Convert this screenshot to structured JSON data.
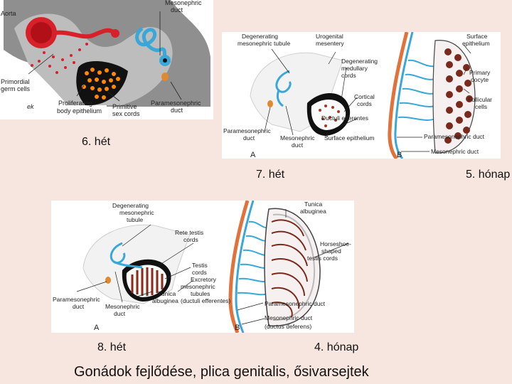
{
  "captions": {
    "week6": "6. hét",
    "week7": "7. hét",
    "month5": "5. hónap",
    "week8": "8. hét",
    "month4": "4. hónap"
  },
  "title": "Gonádok fejlődése, plica genitalis, ősivarsejtek",
  "panel1": {
    "labels": {
      "mesonephric_duct": [
        "Mesonephric",
        "duct"
      ],
      "aorta": "Aorta",
      "primordial_germ_cells": [
        "Primordial",
        "germ cells"
      ],
      "proliferating": [
        "Proliferating",
        "body epithelium"
      ],
      "primitive_sex_cords": [
        "Primitive",
        "sex cords"
      ],
      "paramesonephric": [
        "Paramesonephric",
        "duct"
      ]
    }
  },
  "panel2": {
    "labels": {
      "degenerating_tubule": [
        "Degenerating",
        "mesonephric tubule"
      ],
      "urogenital_mesentery": [
        "Urogenital",
        "mesentery"
      ],
      "degenerating_cords": [
        "Degenerating",
        "medullary",
        "cords"
      ],
      "cortical_cords": [
        "Cortical",
        "cords"
      ],
      "ductuli_efferentes": "Ductuli efferentes",
      "paramesonephric": [
        "Paramesonephric",
        "duct"
      ],
      "mesonephric": [
        "Mesonephric",
        "duct"
      ],
      "surface_epithelium_a": "Surface epithelium",
      "letter_a": "A",
      "letter_b": "B",
      "surface_epithelium_b": [
        "Surface",
        "epithelium"
      ],
      "primary_oocyte": [
        "Primary",
        "oocyte"
      ],
      "follicular_cells": [
        "Follicular",
        "cells"
      ],
      "paramesonephric_b": "Paramesonephric duct",
      "mesonephric_b": "Mesonephric duct"
    }
  },
  "panel3": {
    "labels": {
      "degenerating_tubule": [
        "Degenerating",
        "mesonephric",
        "tubule"
      ],
      "tunica_albuginea_b": [
        "Tunica",
        "albuginea"
      ],
      "rete_testis": [
        "Rete testis",
        "cords"
      ],
      "horseshoe": [
        "Horseshoe-",
        "shaped",
        "testis cords"
      ],
      "testis_cords": [
        "Testis",
        "cords"
      ],
      "paramesonephric": [
        "Paramesonephric",
        "duct"
      ],
      "tunica_albuginea": [
        "Tunica",
        "albuginea"
      ],
      "excretory": [
        "Excretory",
        "mesonephric",
        "tubules",
        "(ductuli efferentes)"
      ],
      "mesonephric": [
        "Mesonephric",
        "duct"
      ],
      "paramesonephric_b": "Paramesonephric duct",
      "mesonephric_b": [
        "Mesonephric duct",
        "(ductus deferens)"
      ],
      "letter_a": "A",
      "letter_b": "B"
    }
  }
}
